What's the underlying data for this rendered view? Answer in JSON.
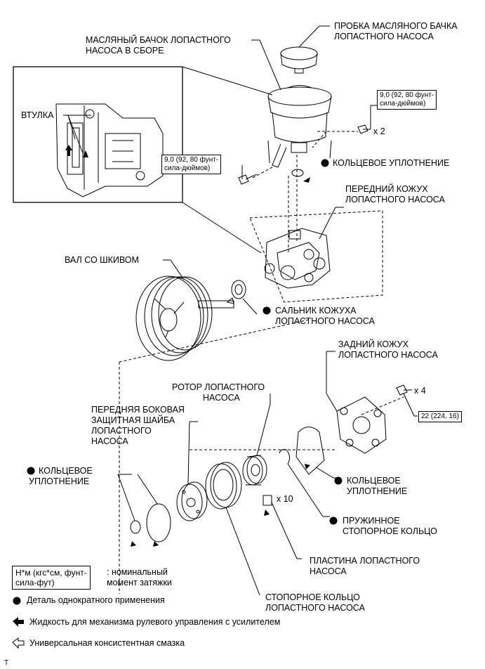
{
  "labels": {
    "reservoir_cap": [
      "ПРОБКА МАСЛЯНОГО БАЧКА",
      "ЛОПАСТНОГО НАСОСА"
    ],
    "reservoir_assy": [
      "МАСЛЯНЫЙ БАЧОК ЛОПАСТНОГО",
      "НАСОСА В СБОРЕ"
    ],
    "bushing": "ВТУЛКА",
    "torque_reservoir_right": [
      "9,0 (92, 80 фунт-",
      "сила-дюймов)"
    ],
    "torque_reservoir_left": [
      "9,0 (92, 80 фунт-",
      "сила-дюймов)"
    ],
    "qty_x2": "x 2",
    "o_ring_top": "КОЛЬЦЕВОЕ УПЛОТНЕНИЕ",
    "front_housing": [
      "ПЕРЕДНИЙ КОЖУХ",
      "ЛОПАСТНОГО НАСОСА"
    ],
    "shaft_pulley": "ВАЛ СО ШКИВОМ",
    "oil_seal": [
      "САЛЬНИК КОЖУХА",
      "ЛОПАСТНОГО НАСОСА"
    ],
    "rear_housing": [
      "ЗАДНИЙ КОЖУХ",
      "ЛОПАСТНОГО НАСОСА"
    ],
    "rotor": [
      "РОТОР ЛОПАСТНОГО",
      "НАСОСА"
    ],
    "qty_x4": "x 4",
    "torque_rear": "22 (224, 16)",
    "front_side_plate": [
      "ПЕРЕДНЯЯ БОКОВАЯ",
      "ЗАЩИТНАЯ ШАЙБА",
      "ЛОПАСТНОГО",
      "НАСОСА"
    ],
    "o_ring_left": [
      "КОЛЬЦЕВОЕ",
      "УПЛОТНЕНИЕ"
    ],
    "o_ring_right": [
      "КОЛЬЦЕВОЕ",
      "УПЛОТНЕНИЕ"
    ],
    "qty_x10": "x 10",
    "snap_ring": [
      "ПРУЖИННОЕ",
      "СТОПОРНОЕ КОЛЬЦО"
    ],
    "vane_plate": [
      "ПЛАСТИНА ЛОПАСТНОГО",
      "НАСОСА"
    ],
    "cam_ring": [
      "СТОПОРНОЕ КОЛЬЦО",
      "ЛОПАСТНОГО НАСОСА"
    ]
  },
  "legend": {
    "torque_unit": [
      "Н*м (кгс*см, фунт-",
      "сила-фут)"
    ],
    "torque_desc": [
      ": номинальный",
      "момент затяжки"
    ],
    "non_reusable": "Деталь однократного применения",
    "psf": "Жидкость для механизма рулевого управления с усилителем",
    "grease": "Универсальная консистентная смазка"
  },
  "footer_mark": "T"
}
